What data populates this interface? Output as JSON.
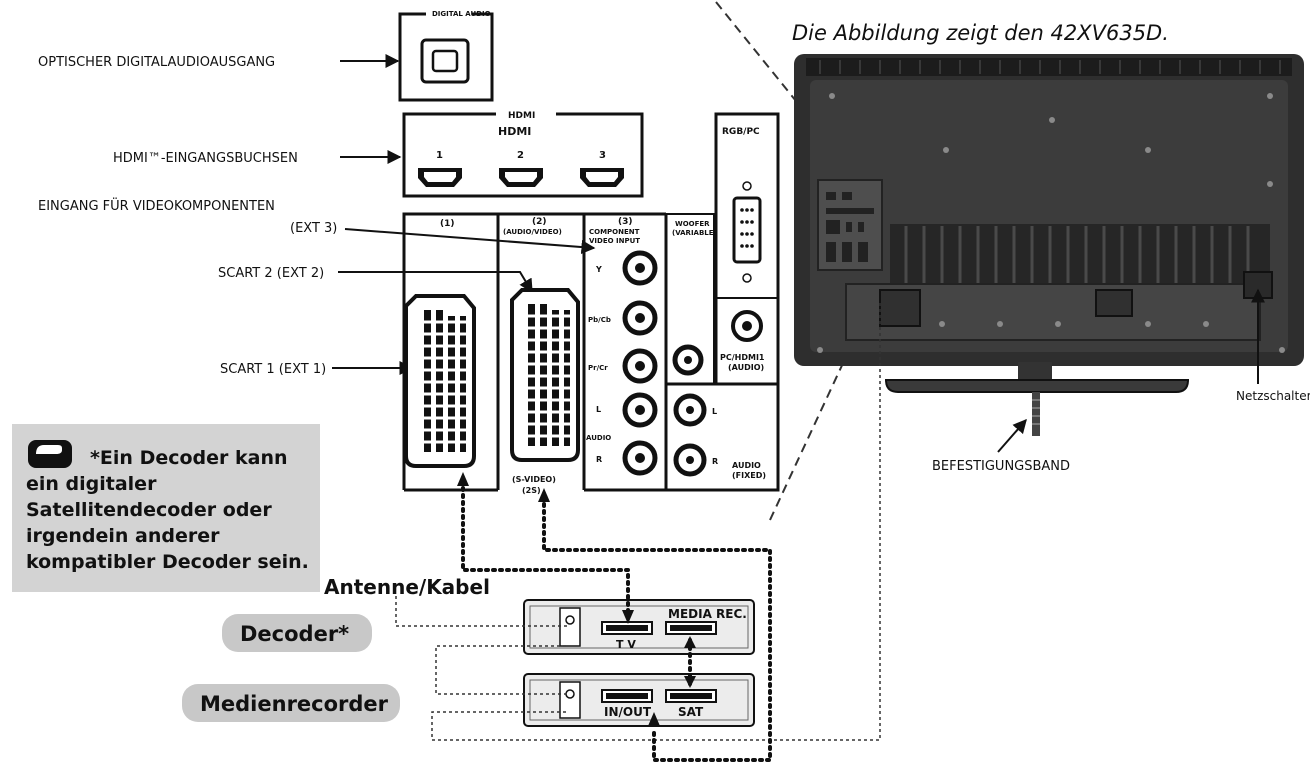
{
  "caption": "Die Abbildung zeigt den 42XV635D.",
  "labels": {
    "optical": "OPTISCHER DIGITALAUDIOAUSGANG",
    "hdmi_in": "HDMI™-EINGANGSBUCHSEN",
    "component_in": "EINGANG FÜR VIDEOKOMPONENTEN",
    "component_ext": "(EXT 3)",
    "scart2": "SCART 2 (EXT 2)",
    "scart1": "SCART 1 (EXT 1)",
    "power_switch": "Netzschalter",
    "strap": "BEFESTIGUNGSBAND",
    "antenna": "Antenne/Kabel"
  },
  "panel": {
    "digital_audio": "DIGITAL AUDIO",
    "hdmi_section": "HDMI",
    "hdmi_logo": "HDMI",
    "hdmi_ports": [
      "1",
      "2",
      "3"
    ],
    "rgb_pc": "RGB/PC",
    "scart1_head": "(1)",
    "scart2_head": "(2)",
    "scart2_sub": "(AUDIO/VIDEO)",
    "comp_head": "(3)",
    "comp_title1": "COMPONENT",
    "comp_title2": "VIDEO INPUT",
    "woofer1": "WOOFER",
    "woofer2": "(VARIABLE)",
    "y": "Y",
    "pb": "Pb/Cb",
    "pr": "Pr/Cr",
    "audio": "AUDIO",
    "l": "L",
    "r": "R",
    "pc_hdmi_audio1": "PC/HDMI1",
    "pc_hdmi_audio2": "(AUDIO)",
    "audio_fixed1": "AUDIO",
    "audio_fixed2": "(FIXED)",
    "svideo1": "(S-VIDEO)",
    "svideo2": "(2S)"
  },
  "note": {
    "line1": "*Ein Decoder kann",
    "line2": "ein digitaler",
    "line3": "Satellitendecoder oder",
    "line4": "irgendein anderer",
    "line5": "kompatibler Decoder sein."
  },
  "devices": {
    "decoder": "Decoder*",
    "recorder": "Medienrecorder",
    "media_rec": "MEDIA REC.",
    "tv": "T V",
    "in_out": "IN/OUT",
    "sat": "SAT"
  },
  "colors": {
    "note_bg": "#d3d3d3",
    "pill_bg": "#c8c8c8",
    "tv_dark": "#2e2e2e",
    "tv_mid": "#4a4a4a"
  }
}
